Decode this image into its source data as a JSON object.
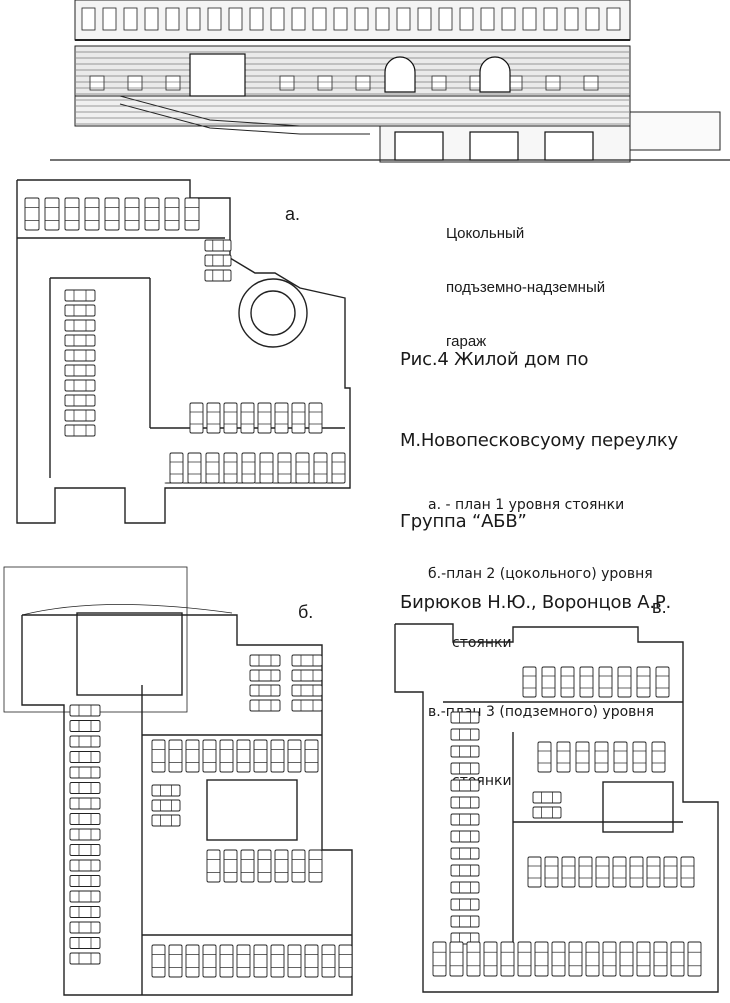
{
  "garage_title": [
    "Цокольный",
    "подъземно-надземный",
    "гараж"
  ],
  "caption": [
    "Рис.4 Жилой дом по",
    "М.Новопесковсуому переулку",
    "Группа “АБВ”",
    "Бирюков Н.Ю., Воронцов А.Р."
  ],
  "legend": [
    "а. - план 1 уровня стоянки",
    "б.-план 2 (цокольного) уровня",
    "стоянки",
    "в.-план 3 (подземного) уровня",
    "стоянки"
  ],
  "plan_labels": {
    "a": "а.",
    "b": "б.",
    "c": "в."
  }
}
